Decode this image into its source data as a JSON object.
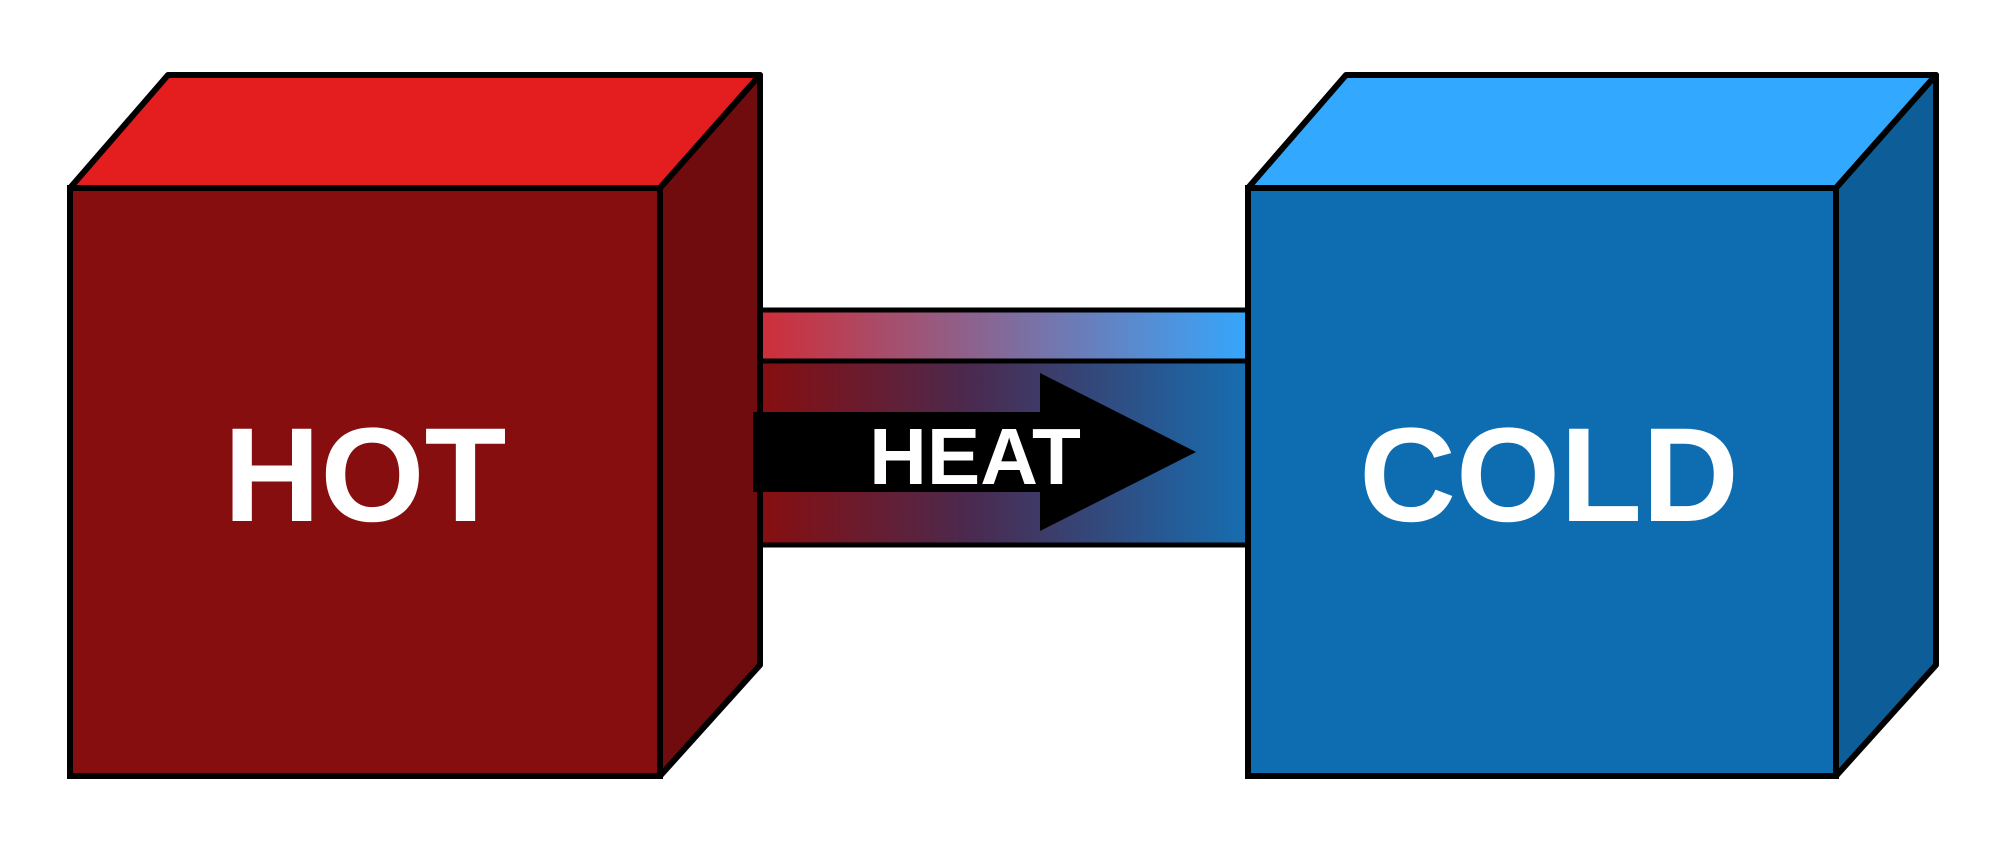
{
  "diagram": {
    "hot_label": "HOT",
    "cold_label": "COLD",
    "arrow_label": "HEAT"
  },
  "colors": {
    "hot_top": "#E41E1E",
    "hot_front": "#870E0F",
    "hot_side": "#700C0D",
    "cold_top": "#33A8FF",
    "cold_front": "#0E6DB1",
    "cold_side": "#0D5E98",
    "outline": "#000000",
    "arrow": "#000000",
    "text": "#FFFFFF"
  }
}
